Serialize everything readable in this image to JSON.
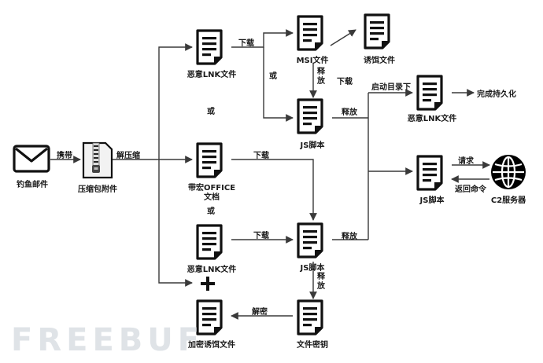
{
  "nodes": {
    "phishing_email": "钓鱼邮件",
    "archive_attachment": "压缩包附件",
    "malicious_lnk_top": "恶意LNK文件",
    "macro_office_doc_line1": "带宏OFFICE",
    "macro_office_doc_line2": "文档",
    "malicious_lnk_bottom": "恶意LNK文件",
    "encrypted_decoy": "加密诱饵文件",
    "msi_file": "MSI文件",
    "decoy_file": "诱饵文件",
    "js_script_top": "JS脚本",
    "js_script_bottom": "JS脚本",
    "file_key": "文件密钥",
    "malicious_lnk_right": "恶意LNK文件",
    "js_script_right": "JS脚本",
    "c2_server": "C2服务器",
    "persistence": "完成持久化"
  },
  "edges": {
    "carry": "携带",
    "decompress": "解压缩",
    "download_1": "下载",
    "download_2": "下载",
    "download_3": "下载",
    "download_4": "下载",
    "release_1": "释放",
    "release_2": "释放",
    "release_3": "释放",
    "release_4": "释放",
    "startup_dir": "启动目录下",
    "decrypt": "解密",
    "request": "请求",
    "return_cmd": "返回命令"
  },
  "separators": {
    "or_1": "或",
    "or_2": "或",
    "or_3": "或",
    "plus": "+"
  },
  "watermark": "FREEBUF",
  "colors": {
    "line": "#3a3a3a",
    "icon": "#111111"
  }
}
